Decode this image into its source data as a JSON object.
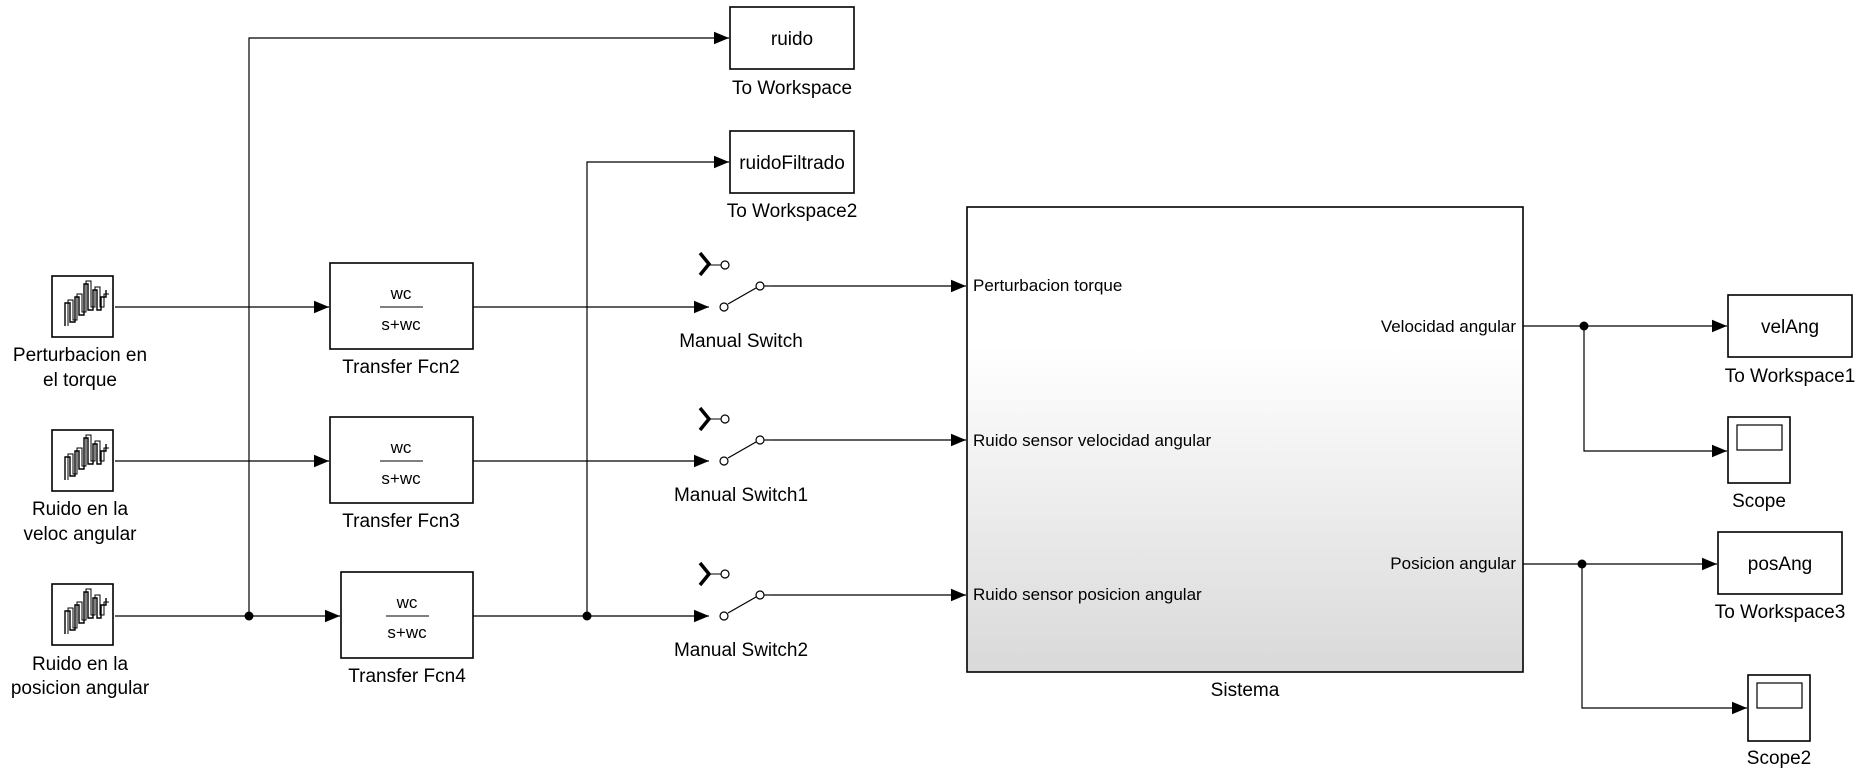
{
  "blocks": {
    "source1": {
      "name_line1": "Perturbacion en",
      "name_line2": "el torque",
      "icon": "random-signal-icon"
    },
    "source2": {
      "name_line1": "Ruido en la",
      "name_line2": "veloc angular",
      "icon": "random-signal-icon"
    },
    "source3": {
      "name_line1": "Ruido en la",
      "name_line2": "posicion angular",
      "icon": "random-signal-icon"
    },
    "tf2": {
      "name": "Transfer Fcn2",
      "num": "wc",
      "den": "s+wc"
    },
    "tf3": {
      "name": "Transfer Fcn3",
      "num": "wc",
      "den": "s+wc"
    },
    "tf4": {
      "name": "Transfer Fcn4",
      "num": "wc",
      "den": "s+wc"
    },
    "ws_ruido": {
      "name": "To Workspace",
      "var": "ruido"
    },
    "ws_ruido_filtrado": {
      "name": "To Workspace2",
      "var": "ruidoFiltrado"
    },
    "sw1": {
      "name": "Manual Switch",
      "icon": "manual-switch-icon"
    },
    "sw2": {
      "name": "Manual Switch1",
      "icon": "manual-switch-icon"
    },
    "sw3": {
      "name": "Manual Switch2",
      "icon": "manual-switch-icon"
    },
    "sistema": {
      "name": "Sistema",
      "in1": "Perturbacion torque",
      "in2": "Ruido sensor velocidad angular",
      "in3": "Ruido sensor posicion angular",
      "out1": "Velocidad angular",
      "out2": "Posicion angular"
    },
    "ws_vel": {
      "name": "To Workspace1",
      "var": "velAng"
    },
    "scope1": {
      "name": "Scope",
      "icon": "scope-icon"
    },
    "ws_pos": {
      "name": "To Workspace3",
      "var": "posAng"
    },
    "scope2": {
      "name": "Scope2",
      "icon": "scope-icon"
    }
  }
}
